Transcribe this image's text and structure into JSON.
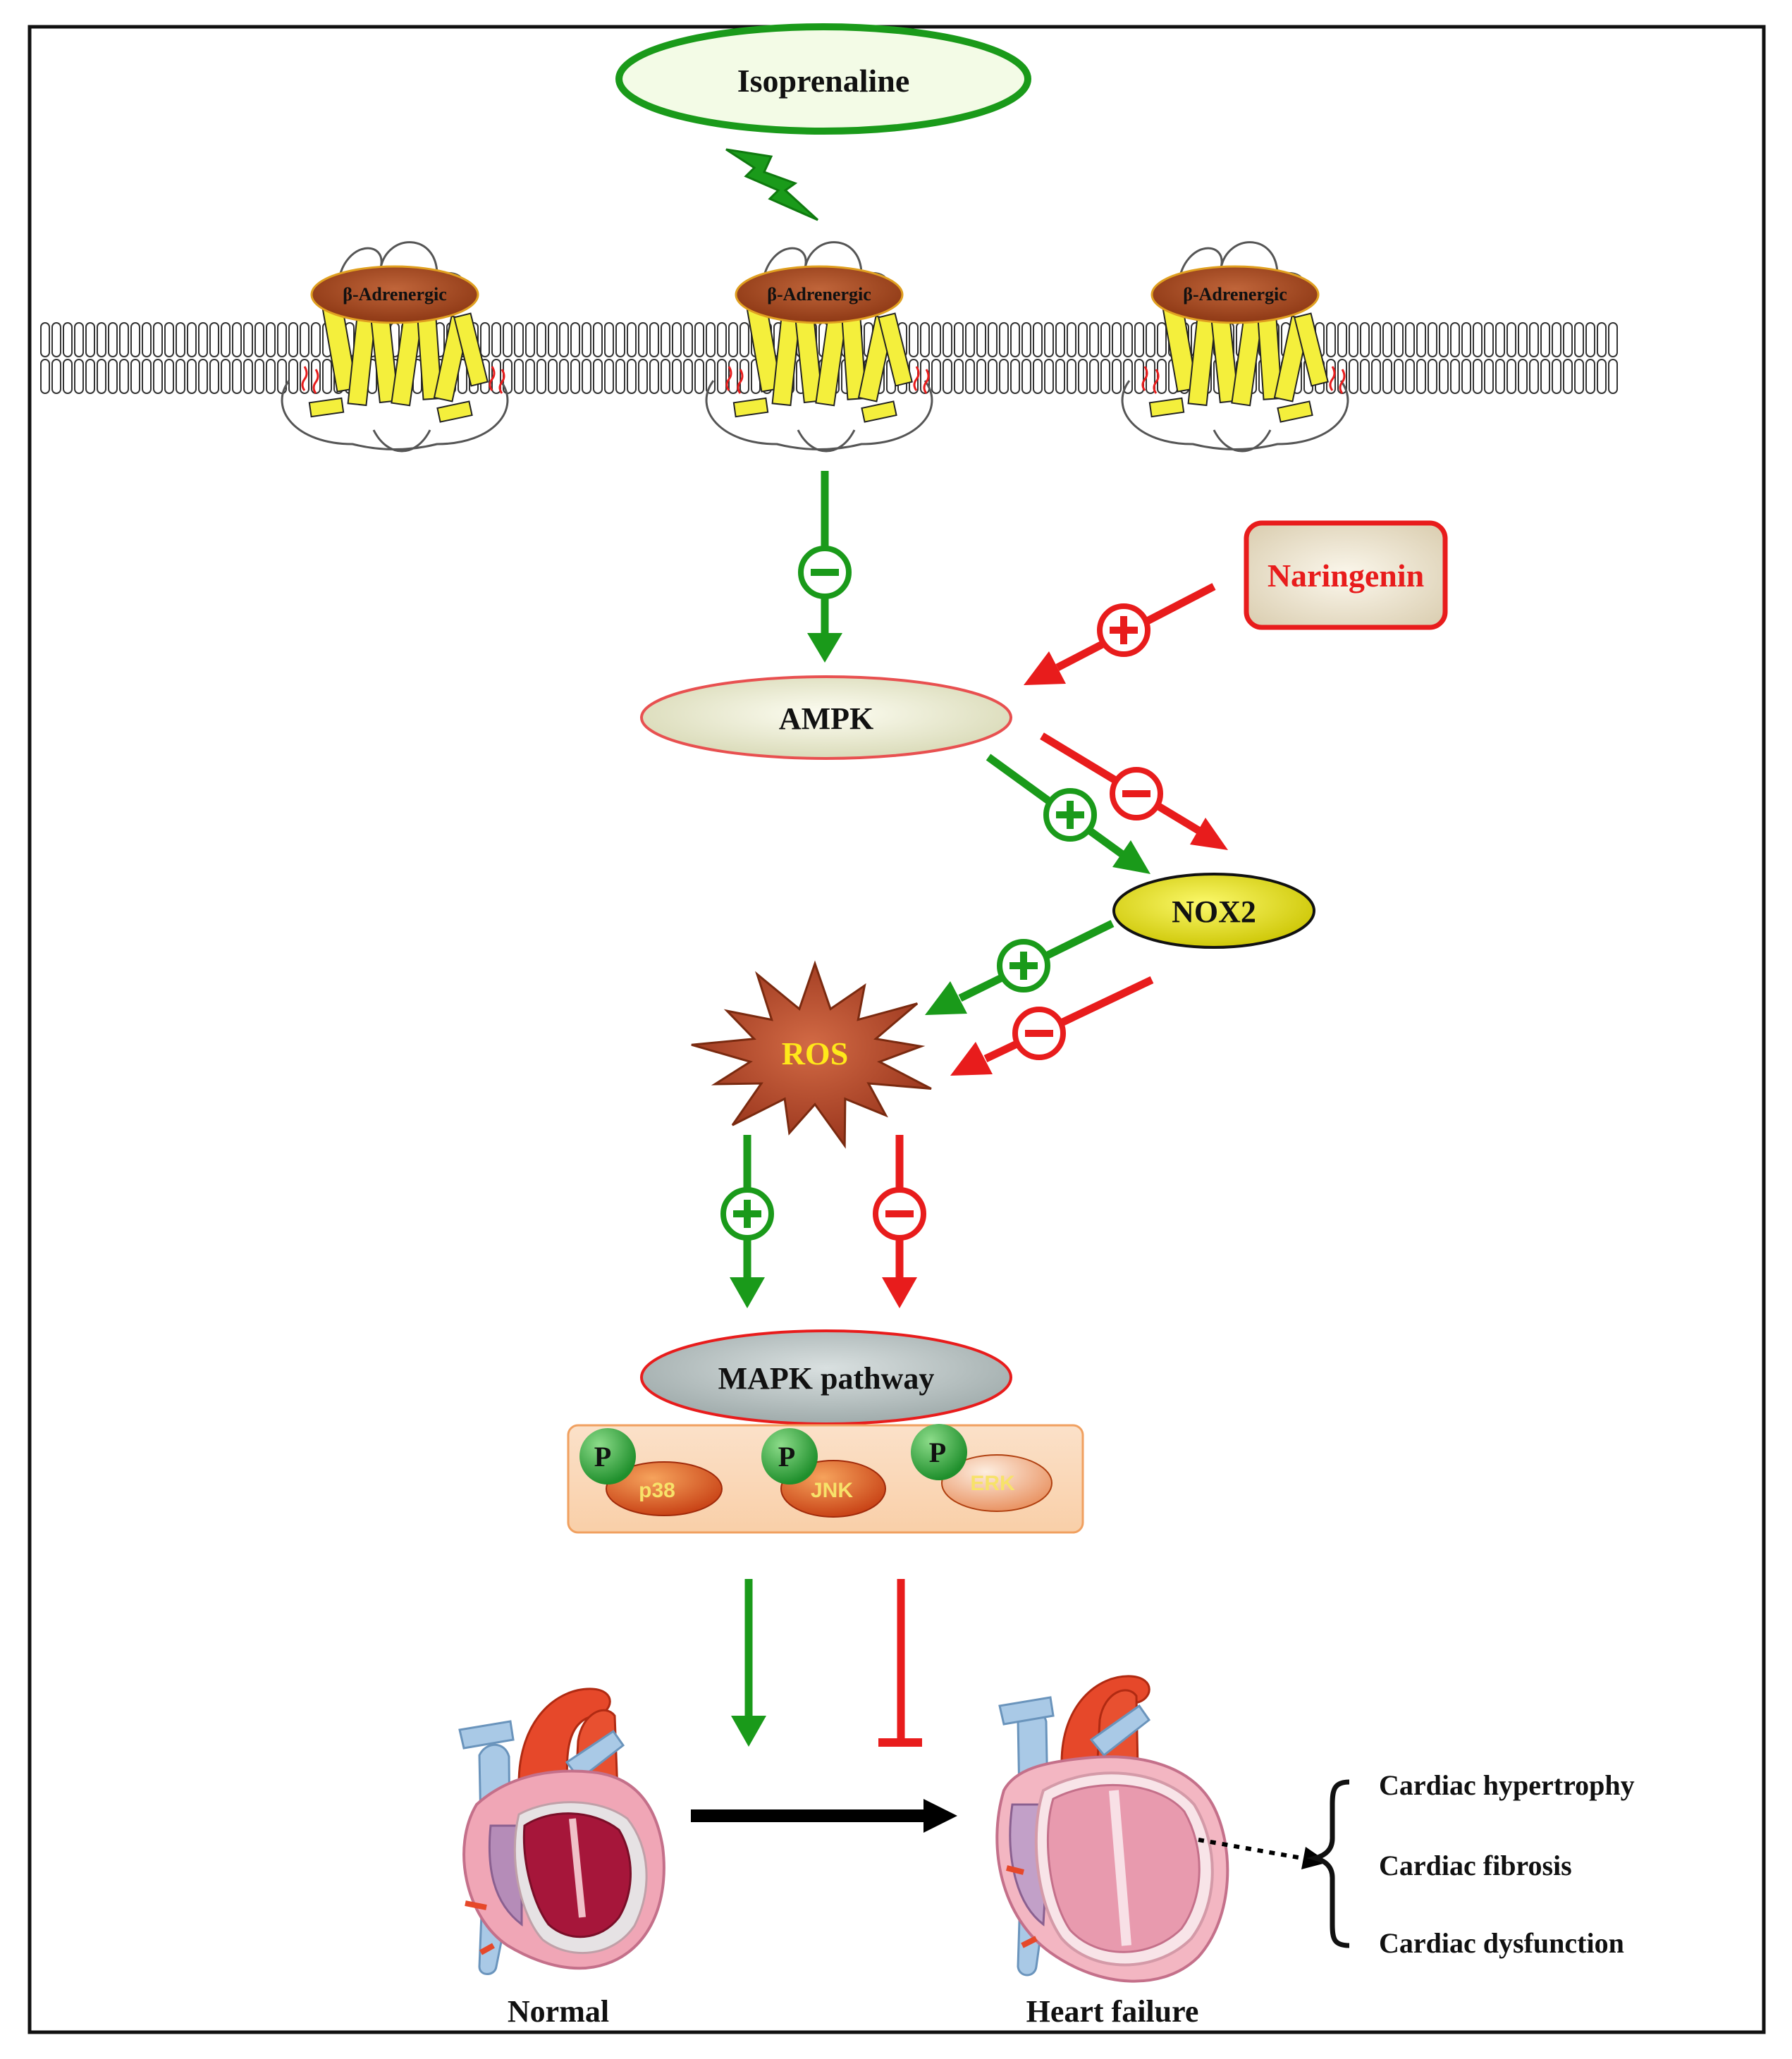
{
  "nodes": {
    "isoprenaline": "Isoprenaline",
    "receptor_label": "β-Adrenergic",
    "naringenin": "Naringenin",
    "ampk": "AMPK",
    "nox2": "NOX2",
    "ros": "ROS",
    "mapk": "MAPK pathway",
    "phospho": "P",
    "p38": "p38",
    "jnk": "JNK",
    "erk": "ERK"
  },
  "signs": {
    "plus": "+",
    "minus": "−"
  },
  "outcomes": {
    "normal": "Normal",
    "heart_failure": "Heart failure",
    "effects": [
      "Cardiac hypertrophy",
      "Cardiac fibrosis",
      "Cardiac dysfunction"
    ]
  },
  "colors": {
    "isoprenaline_path": "#1a9a1a",
    "naringenin_path": "#e81c1c",
    "ros_label": "#ffe81a",
    "receptor_fill": "#a8481c",
    "helix_fill": "#f4ef3c",
    "nox2_fill": "#e6e000",
    "mapk_fill": "#aeb8b8"
  }
}
